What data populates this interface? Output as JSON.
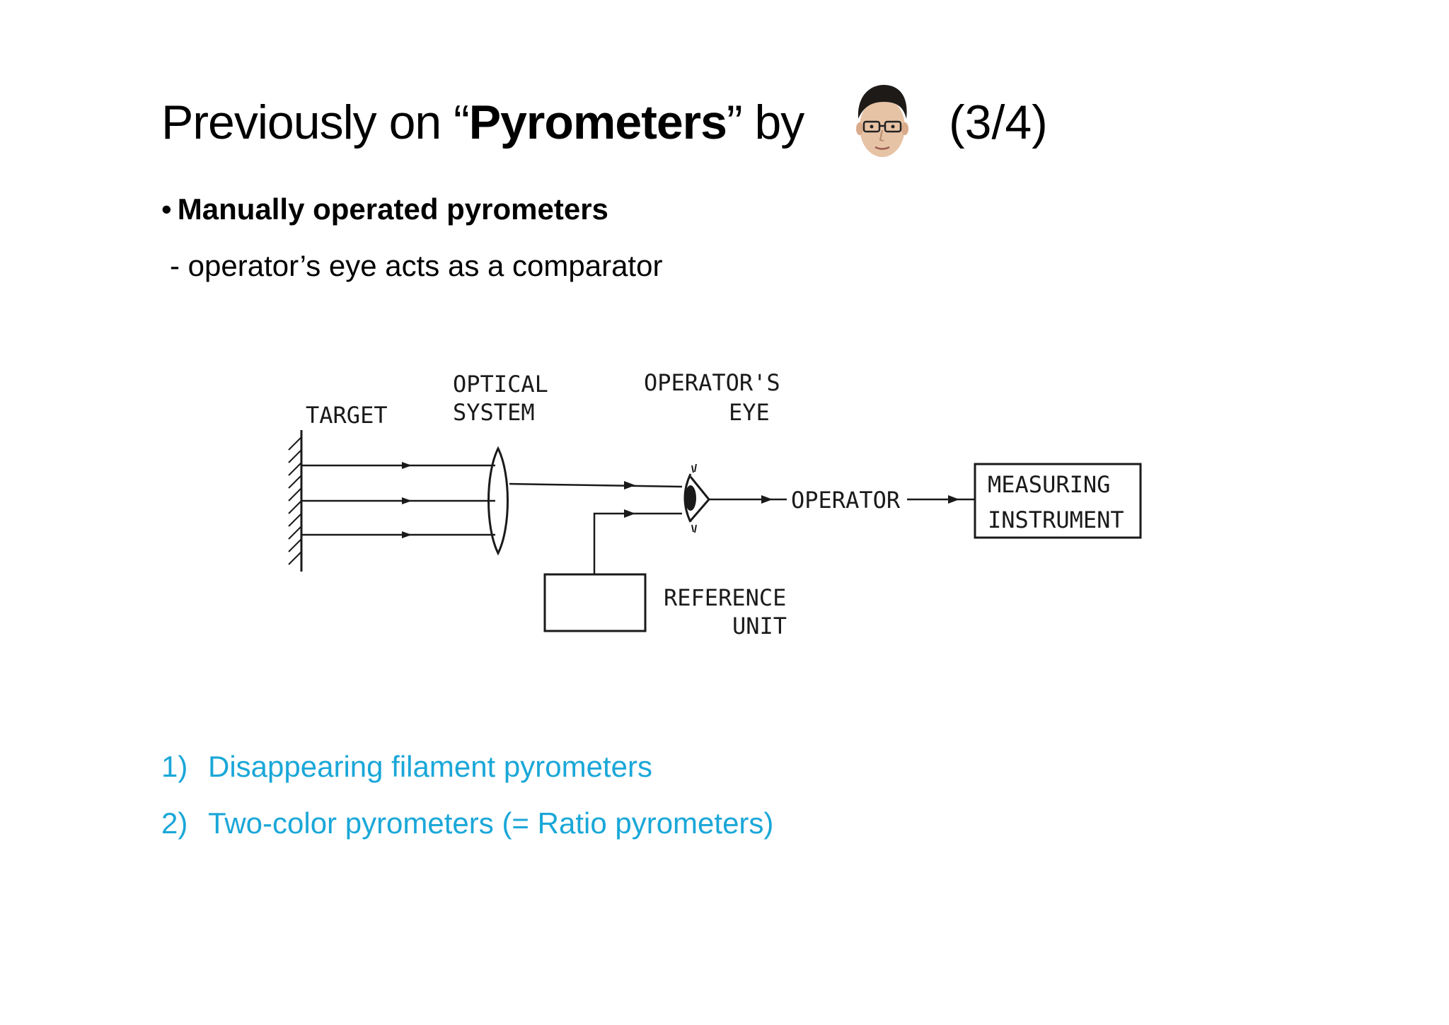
{
  "title": {
    "prefix": "Previously on “",
    "bold": "Pyrometers",
    "suffix": "” by",
    "page": "(3/4)"
  },
  "bullet": {
    "dot": "•",
    "text": "Manually operated pyrometers"
  },
  "subpoint": "- operator’s eye acts as a comparator",
  "diagram": {
    "target_label": "TARGET",
    "optical_label_1": "OPTICAL",
    "optical_label_2": "SYSTEM",
    "eye_label_1": "OPERATOR'S",
    "eye_label_2": "EYE",
    "operator_label": "OPERATOR",
    "measuring_label_1": "MEASURING",
    "measuring_label_2": "INSTRUMENT",
    "reference_label_1": "REFERENCE",
    "reference_label_2": "UNIT"
  },
  "list": [
    {
      "num": "1)",
      "text": "Disappearing filament pyrometers"
    },
    {
      "num": "2)",
      "text": "Two-color pyrometers (= Ratio pyrometers)"
    }
  ],
  "colors": {
    "list_text": "#1aa7d8",
    "text": "#000000"
  }
}
